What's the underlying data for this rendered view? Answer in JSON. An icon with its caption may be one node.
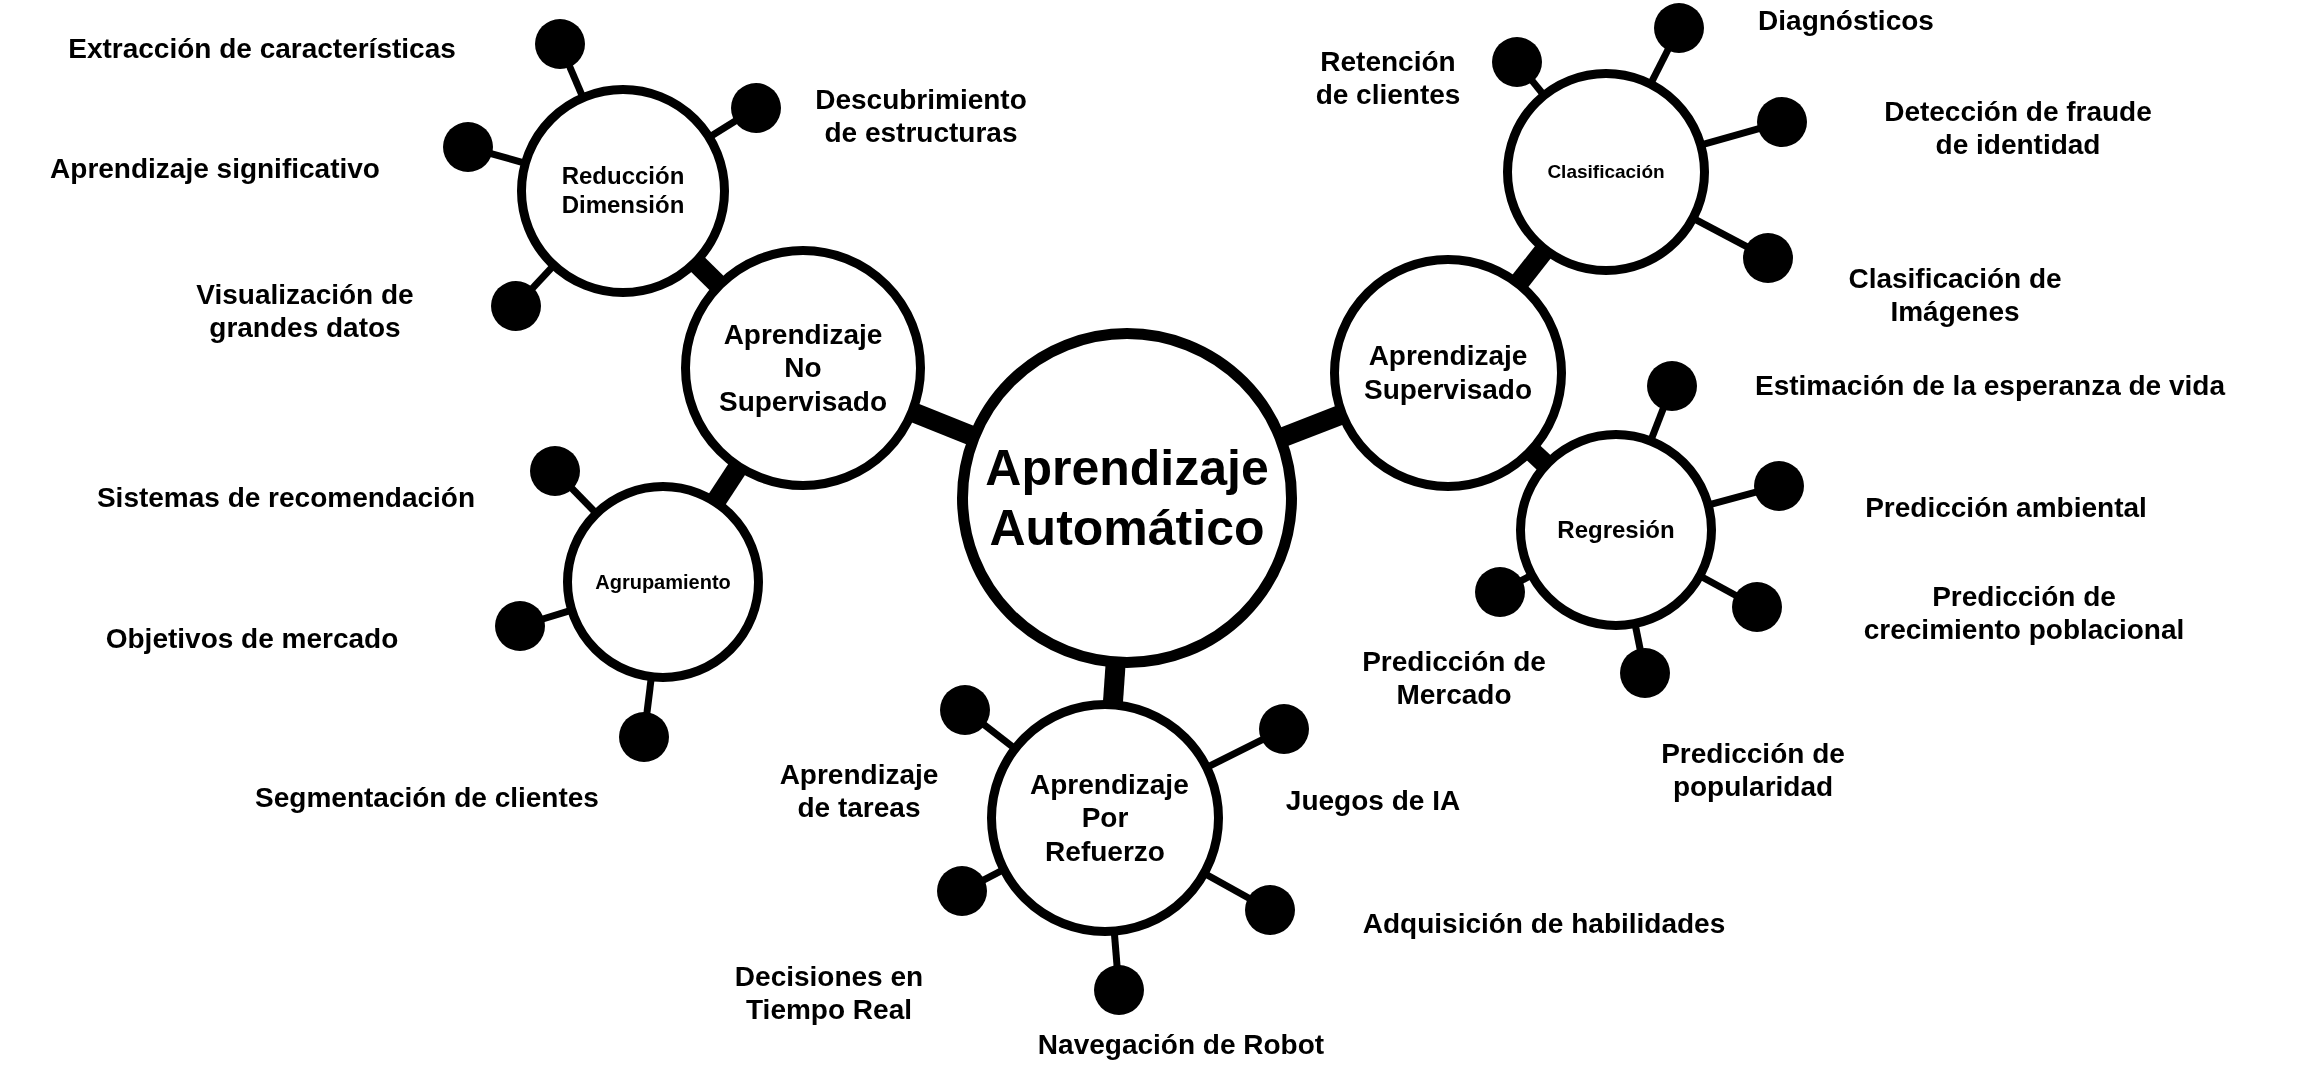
{
  "diagram": {
    "nodes": [
      {
        "text": [
          "Aprendizaje Automático"
        ]
      },
      {
        "text": [
          "Aprendizaje No Supervisado"
        ]
      },
      {
        "text": [
          "Reducción Dimensión"
        ]
      },
      {
        "text": [
          "Agrupamiento"
        ]
      },
      {
        "text": [
          "Aprendizaje Supervisado"
        ]
      },
      {
        "text": [
          "Clasificación"
        ]
      },
      {
        "text": [
          "Regresión"
        ]
      },
      {
        "text": [
          "Aprendizaje Por Refuerzo"
        ]
      },
      {
        "text": [],
        "shape": "circle",
        "beside": [
          "Extracción de características"
        ]
      },
      {
        "text": [],
        "shape": "circle",
        "beside": [
          "Descubrimiento de estructuras"
        ]
      },
      {
        "text": [],
        "shape": "circle",
        "beside": [
          "Aprendizaje significativo"
        ]
      },
      {
        "text": [],
        "shape": "circle",
        "beside": [
          "Visualización de grandes datos"
        ]
      },
      {
        "text": [],
        "shape": "circle",
        "beside": [
          "Sistemas de recomendación"
        ]
      },
      {
        "text": [],
        "shape": "circle",
        "beside": [
          "Objetivos de mercado"
        ]
      },
      {
        "text": [],
        "shape": "circle",
        "beside": [
          "Segmentación de clientes"
        ]
      },
      {
        "text": [],
        "shape": "circle",
        "beside": [
          "Retención de clientes"
        ]
      },
      {
        "text": [],
        "shape": "circle",
        "beside": [
          "Diagnósticos"
        ]
      },
      {
        "text": [],
        "shape": "circle",
        "beside": [
          "Detección de fraude de identidad"
        ]
      },
      {
        "text": [],
        "shape": "circle",
        "beside": [
          "Clasificación de Imágenes"
        ]
      },
      {
        "text": [],
        "shape": "circle",
        "beside": [
          "Estimación de la esperanza de vida"
        ]
      },
      {
        "text": [],
        "shape": "circle",
        "beside": [
          "Predicción ambiental"
        ]
      },
      {
        "text": [],
        "shape": "circle",
        "beside": [
          "Predicción de Mercado"
        ]
      },
      {
        "text": [],
        "shape": "circle",
        "beside": [
          "Predicción de crecimiento poblacional"
        ]
      },
      {
        "text": [],
        "shape": "circle",
        "beside": [
          "Predicción de popularidad"
        ]
      },
      {
        "text": [],
        "shape": "circle",
        "beside": [
          "Aprendizaje de tareas"
        ]
      },
      {
        "text": [],
        "shape": "circle",
        "beside": [
          "Juegos de IA"
        ]
      },
      {
        "text": [],
        "shape": "circle",
        "beside": [
          "Decisiones en Tiempo Real"
        ]
      },
      {
        "text": [],
        "shape": "circle",
        "beside": [
          "Adquisición de habilidades"
        ]
      },
      {
        "text": [],
        "shape": "circle",
        "beside": [
          "Navegación de Robot"
        ]
      }
    ],
    "edges": [
      {
        "from": 0,
        "to": 1,
        "arrow": "none",
        "style": "thick"
      },
      {
        "from": 0,
        "to": 4,
        "arrow": "none",
        "style": "thick"
      },
      {
        "from": 0,
        "to": 7,
        "arrow": "none",
        "style": "thick"
      },
      {
        "from": 1,
        "to": 2,
        "arrow": "none",
        "style": "thick"
      },
      {
        "from": 1,
        "to": 3,
        "arrow": "none",
        "style": "thick"
      },
      {
        "from": 4,
        "to": 5,
        "arrow": "none",
        "style": "thick"
      },
      {
        "from": 4,
        "to": 6,
        "arrow": "none",
        "style": "thick"
      },
      {
        "from": 2,
        "to": 8,
        "arrow": "none"
      },
      {
        "from": 2,
        "to": 9,
        "arrow": "none"
      },
      {
        "from": 2,
        "to": 10,
        "arrow": "none"
      },
      {
        "from": 2,
        "to": 11,
        "arrow": "none"
      },
      {
        "from": 3,
        "to": 12,
        "arrow": "none"
      },
      {
        "from": 3,
        "to": 13,
        "arrow": "none"
      },
      {
        "from": 3,
        "to": 14,
        "arrow": "none"
      },
      {
        "from": 5,
        "to": 15,
        "arrow": "none"
      },
      {
        "from": 5,
        "to": 16,
        "arrow": "none"
      },
      {
        "from": 5,
        "to": 17,
        "arrow": "none"
      },
      {
        "from": 5,
        "to": 18,
        "arrow": "none"
      },
      {
        "from": 6,
        "to": 19,
        "arrow": "none"
      },
      {
        "from": 6,
        "to": 20,
        "arrow": "none"
      },
      {
        "from": 6,
        "to": 21,
        "arrow": "none"
      },
      {
        "from": 6,
        "to": 22,
        "arrow": "none"
      },
      {
        "from": 6,
        "to": 23,
        "arrow": "none"
      },
      {
        "from": 7,
        "to": 24,
        "arrow": "none"
      },
      {
        "from": 7,
        "to": 25,
        "arrow": "none"
      },
      {
        "from": 7,
        "to": 26,
        "arrow": "none"
      },
      {
        "from": 7,
        "to": 27,
        "arrow": "none"
      },
      {
        "from": 7,
        "to": 28,
        "arrow": "none"
      }
    ]
  }
}
